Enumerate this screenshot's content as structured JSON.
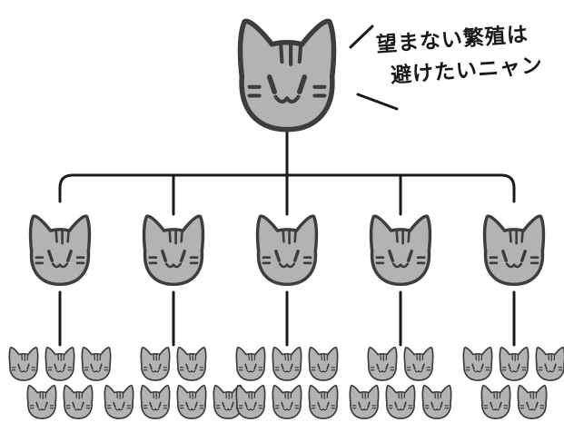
{
  "callout": {
    "line1": "望まない繁殖は",
    "line2": "避けたいニャン"
  },
  "tree": {
    "children_per_parent": 5,
    "grandchildren_rows": [
      [
        3,
        2
      ],
      [
        2,
        4
      ],
      [
        3,
        3
      ],
      [
        2,
        3
      ],
      [
        3,
        2
      ]
    ]
  },
  "colors": {
    "cat_fill_large": "#a8a8a8",
    "cat_fill": "#b3b3b3",
    "cat_stroke": "#3d3d3d",
    "line": "#1a1a1a"
  },
  "icons": {
    "cat": "cat-face-icon"
  }
}
